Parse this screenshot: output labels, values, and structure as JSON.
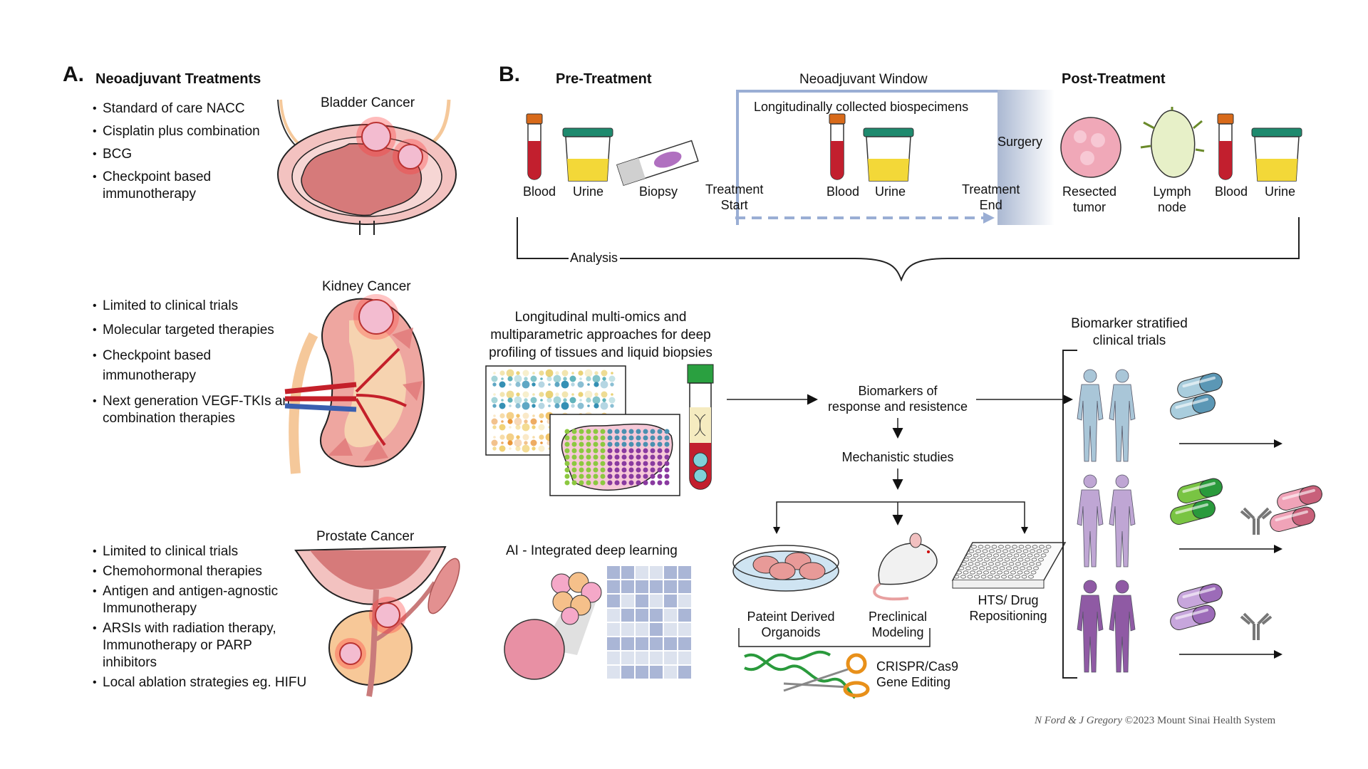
{
  "panel_a": {
    "letter": "A.",
    "title": "Neoadjuvant Treatments",
    "cancers": [
      {
        "name": "Bladder Cancer",
        "treatments": [
          "Standard of care NACC",
          "Cisplatin plus combination",
          "BCG",
          "Checkpoint based immunotherapy"
        ]
      },
      {
        "name": "Kidney Cancer",
        "treatments": [
          "Limited to clinical trials",
          "Molecular targeted therapies",
          "Checkpoint based immunotherapy",
          "Next generation VEGF-TKIs and combination therapies"
        ]
      },
      {
        "name": "Prostate Cancer",
        "treatments": [
          "Limited to clinical trials",
          "Chemohormonal therapies",
          "Antigen and antigen-agnostic Immunotherapy",
          "ARSIs with radiation therapy, Immunotherapy or PARP inhibitors",
          "Local ablation strategies eg. HIFU"
        ]
      }
    ]
  },
  "panel_b": {
    "letter": "B.",
    "timeline": {
      "pre_treatment": {
        "title": "Pre-Treatment",
        "specimens": [
          "Blood",
          "Urine",
          "Biopsy"
        ]
      },
      "neoadjuvant_window": {
        "title": "Neoadjuvant Window",
        "subtitle": "Longitudinally collected biospecimens",
        "specimens": [
          "Blood",
          "Urine"
        ],
        "start_label": [
          "Treatment",
          "Start"
        ],
        "end_label": [
          "Treatment",
          "End"
        ],
        "surgery_label": "Surgery"
      },
      "post_treatment": {
        "title": "Post-Treatment",
        "specimens": [
          [
            "Resected",
            "tumor"
          ],
          [
            "Lymph",
            "node"
          ],
          [
            "Blood"
          ],
          [
            "Urine"
          ]
        ]
      },
      "analysis_label": "Analysis"
    },
    "omics": {
      "title": [
        "Longitudinal multi-omics and",
        "multiparametric approaches for deep",
        "profiling of tissues and liquid biopsies"
      ]
    },
    "ai": {
      "title": "AI - Integrated deep learning"
    },
    "flow": {
      "biomarkers": [
        "Biomarkers of",
        "response and resistence"
      ],
      "mechanistic": "Mechanistic studies",
      "models": [
        {
          "label": [
            "Pateint Derived",
            "Organoids"
          ]
        },
        {
          "label": [
            "Preclinical",
            "Modeling"
          ]
        },
        {
          "label": [
            "HTS/ Drug",
            "Repositioning"
          ]
        }
      ],
      "crispr": [
        "CRISPR/Cas9",
        "Gene Editing"
      ]
    },
    "trials": {
      "title": [
        "Biomarker stratified",
        "clinical trials"
      ],
      "groups": [
        {
          "figure_color": "#a9c6d8",
          "pill_colors": [
            "#5b97b5",
            "#a9cddd"
          ],
          "antibody": false,
          "second_pill_colors": null
        },
        {
          "figure_color": "#bfa6d4",
          "pill_colors": [
            "#2a9a3c",
            "#79c443"
          ],
          "antibody": true,
          "second_pill_colors": [
            "#c8607a",
            "#f0a3b8"
          ]
        },
        {
          "figure_color": "#8f5aa4",
          "pill_colors": [
            "#9c6bb8",
            "#c7a6dc"
          ],
          "antibody": true,
          "second_pill_colors": null
        }
      ]
    }
  },
  "credit": {
    "authors": "N Ford & J Gregory",
    "org": "©2023 Mount Sinai Health System"
  },
  "colors": {
    "window_border": "#9aaed4",
    "dashed_arrow": "#9aaed4",
    "tissue_pink": "#e59a9a",
    "tumor_pink": "#f0b8c8",
    "blood_red": "#c21f2e",
    "urine_yellow": "#f3d838",
    "cap_green": "#1e8a6e",
    "heat_blue": "#a9b6d8"
  }
}
